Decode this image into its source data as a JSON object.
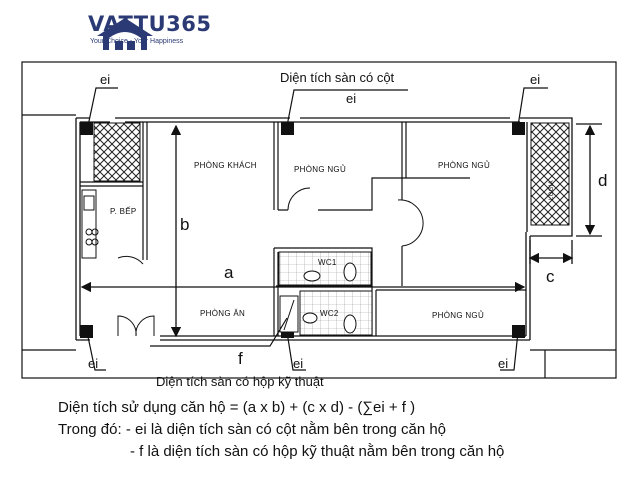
{
  "brand": {
    "name": "VATTU365",
    "tagline": "Your Choice - Your Happiness"
  },
  "labels": {
    "column_area_title": "Diện tích sàn có cột",
    "shaft_area_title": "Diện tích sàn có hộp kỹ thuật",
    "e_top_left": "ei",
    "e_top_center": "ei",
    "e_top_right": "ei",
    "e_bottom_left": "ei",
    "e_bottom_center": "ei",
    "e_bottom_right": "ei",
    "f": "f",
    "dim_a": "a",
    "dim_b": "b",
    "dim_c": "c",
    "dim_d": "d"
  },
  "rooms": {
    "living": "PHÒNG KHÁCH",
    "bedroom1": "PHÒNG NGỦ",
    "bedroom2": "PHÒNG NGỦ",
    "bedroom3": "PHÒNG NGỦ",
    "kitchen": "P. BẾP",
    "dining": "PHÒNG ĂN",
    "wc1": "WC1",
    "wc2": "WC2",
    "logia": "LOGIA"
  },
  "formula": {
    "line1": "Diện tích sử dụng căn hộ = (a x b) + (c x d) - (∑ei + f )",
    "line2": "Trong đó: - ei là diện tích sàn có cột nằm bên trong căn hộ",
    "line3": "- f là diện tích sàn có hộp kỹ thuật nằm bên trong căn hộ"
  },
  "colors": {
    "brand": "#2b3a75",
    "ink": "#111111"
  }
}
